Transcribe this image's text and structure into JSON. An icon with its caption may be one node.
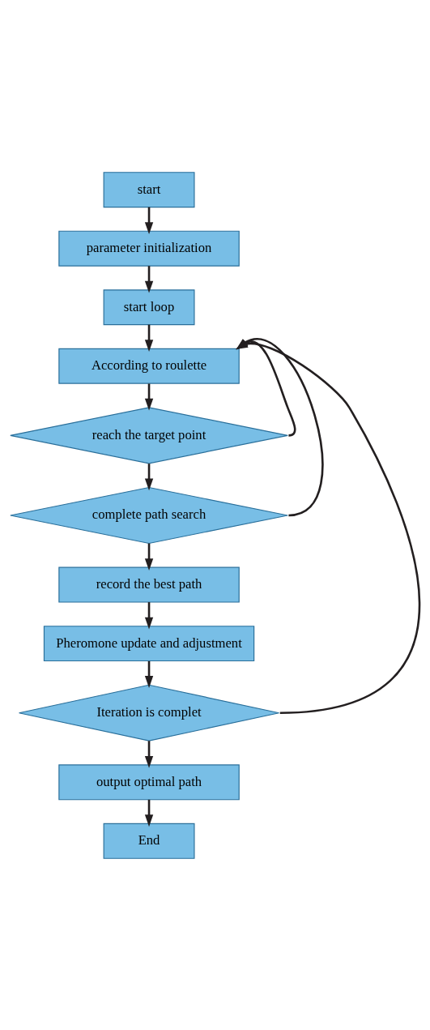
{
  "diagram": {
    "nodes": [
      {
        "text": [
          "start"
        ]
      },
      {
        "text": [
          "parameter initialization"
        ]
      },
      {
        "text": [
          "start loop"
        ]
      },
      {
        "text": [
          "According to roulette"
        ]
      },
      {
        "text": [
          "reach the target point"
        ]
      },
      {
        "text": [
          "complete path search"
        ]
      },
      {
        "text": [
          "record the best path"
        ]
      },
      {
        "text": [
          "Pheromone update and adjustment"
        ]
      },
      {
        "text": [
          "Iteration is complet"
        ]
      },
      {
        "text": [
          "output optimal path"
        ]
      },
      {
        "text": [
          "End"
        ]
      }
    ],
    "edges": [
      {
        "from": 0,
        "to": 1,
        "arrow": "to"
      },
      {
        "from": 1,
        "to": 2,
        "arrow": "to"
      },
      {
        "from": 2,
        "to": 3,
        "arrow": "to"
      },
      {
        "from": 3,
        "to": 4,
        "arrow": "to"
      },
      {
        "from": 4,
        "to": 5,
        "arrow": "to"
      },
      {
        "from": 5,
        "to": 6,
        "arrow": "to"
      },
      {
        "from": 6,
        "to": 7,
        "arrow": "to"
      },
      {
        "from": 7,
        "to": 8,
        "arrow": "to"
      },
      {
        "from": 8,
        "to": 9,
        "arrow": "to"
      },
      {
        "from": 9,
        "to": 10,
        "arrow": "to"
      },
      {
        "from": 4,
        "to": 3,
        "arrow": "to"
      },
      {
        "from": 5,
        "to": 3,
        "arrow": "to"
      },
      {
        "from": 8,
        "to": 3,
        "arrow": "to"
      }
    ]
  }
}
